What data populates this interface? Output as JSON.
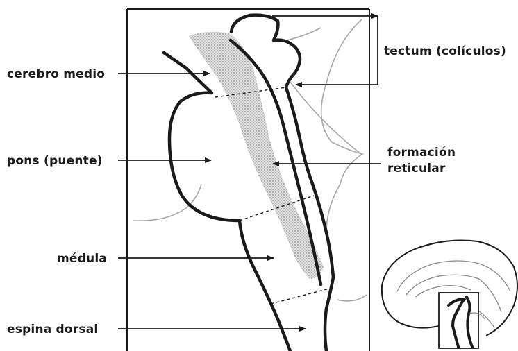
{
  "labels": {
    "tectum": "tectum (colículos)",
    "cerebro_medio": "cerebro medio",
    "pons": "pons (puente)",
    "formacion_line1": "formación",
    "formacion_line2": "reticular",
    "medula": "médula",
    "espina_dorsal": "espina dorsal"
  },
  "colors": {
    "ink": "#1a1a1a",
    "reticular_fill": "#bdbdbd",
    "light_outline": "#9a9a9a"
  }
}
